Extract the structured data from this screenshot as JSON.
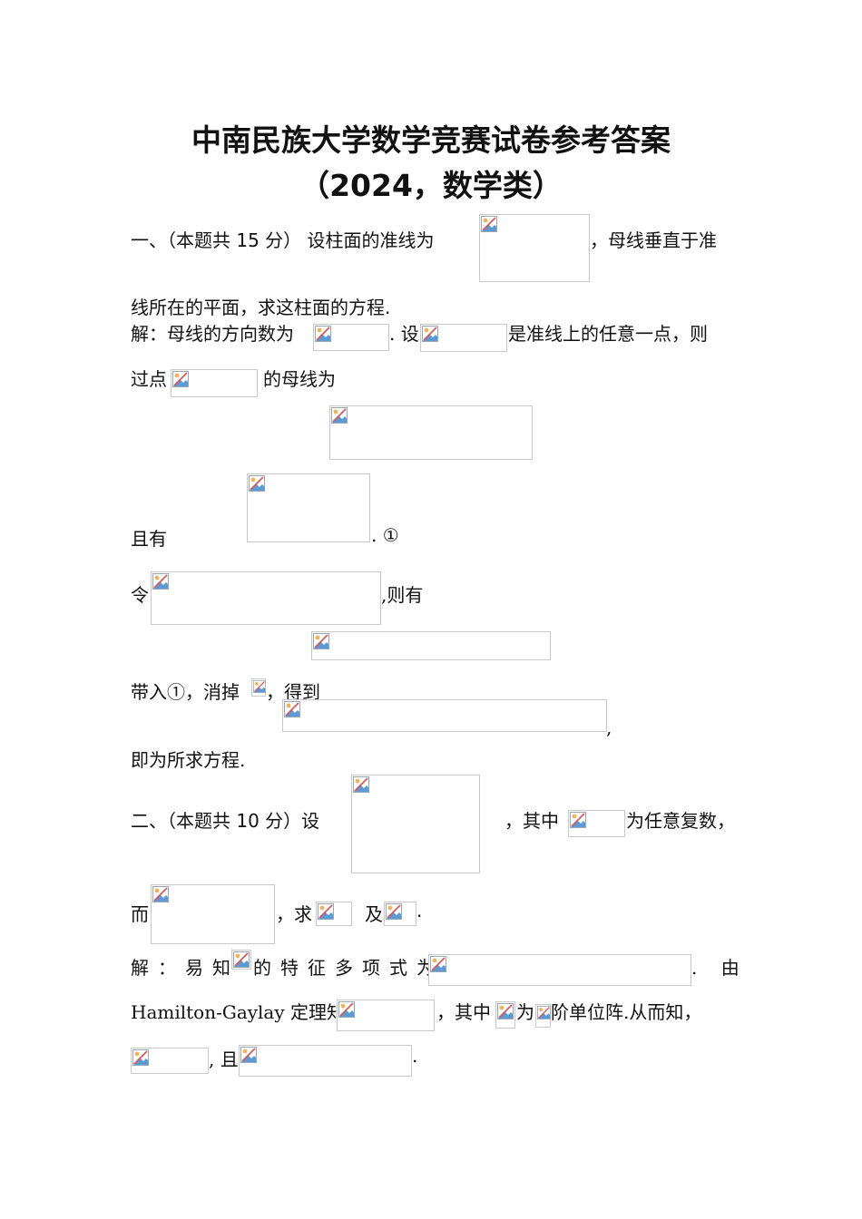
{
  "title": {
    "line1": "中南民族大学数学竞赛试卷参考答案",
    "line2": "（2024，数学类）"
  },
  "problem1": {
    "prefix": "一、（本题共 15 分） 设柱面的准线为",
    "suffix": "，母线垂直于准",
    "line2": "线所在的平面，求这柱面的方程."
  },
  "solution1": {
    "a1": "解：母线的方向数为",
    "a2": ". 设",
    "a3": "是准线上的任意一点，则",
    "b1": "过点",
    "b2": "的母线为",
    "c1": "且有",
    "c2": ".  ①",
    "d1": "令",
    "d2": ",则有",
    "e1": "带入①，消掉",
    "e2": "，得到",
    "e3": ",",
    "f1": "即为所求方程."
  },
  "problem2": {
    "p1": "二、（本题共 10 分）设",
    "p2": "，其中",
    "p3": "为任意复数，",
    "q1": "而",
    "q2": "，求",
    "q3": "及",
    "q4": "."
  },
  "solution2": {
    "r1": "解：易知",
    "r2": "的特征多项式为",
    "r3": ". 由",
    "s1": "Hamilton-Gaylay 定理知",
    "s2": "，其中",
    "s3": "为",
    "s4": "阶单位阵.从而知，",
    "t1": ", 且",
    "t2": "."
  },
  "icon": "broken-image-icon"
}
